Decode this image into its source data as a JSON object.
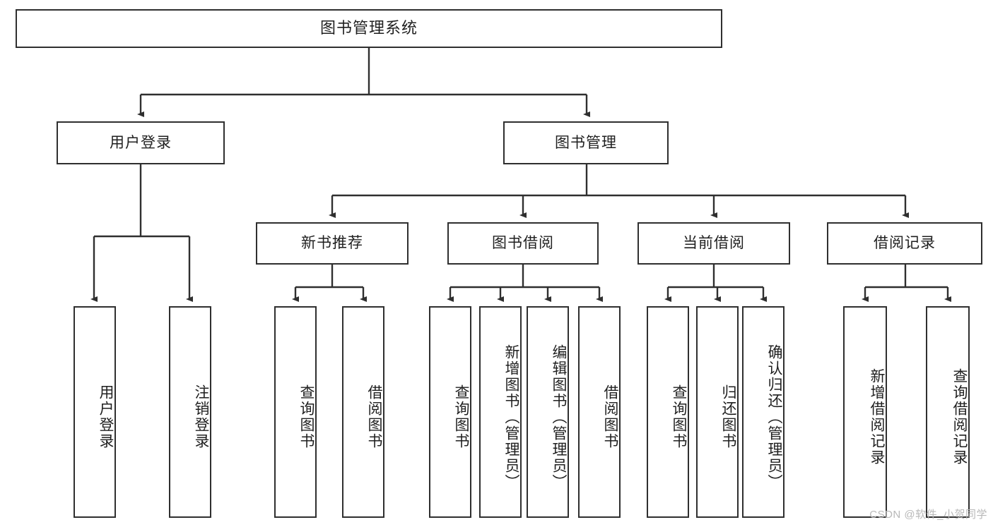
{
  "diagram": {
    "title": "图书管理系统",
    "type": "hierarchy-tree",
    "root": {
      "id": "root",
      "label": "图书管理系统"
    },
    "level2": [
      {
        "id": "user-login",
        "label": "用户登录"
      },
      {
        "id": "book-manage",
        "label": "图书管理"
      }
    ],
    "level3": [
      {
        "id": "new-book-recommend",
        "label": "新书推荐",
        "parent": "book-manage"
      },
      {
        "id": "book-borrow",
        "label": "图书借阅",
        "parent": "book-manage"
      },
      {
        "id": "current-borrow",
        "label": "当前借阅",
        "parent": "book-manage"
      },
      {
        "id": "borrow-record",
        "label": "借阅记录",
        "parent": "book-manage"
      }
    ],
    "leaves": {
      "user_login": [
        {
          "id": "leaf-user-login",
          "label": "用户登录"
        },
        {
          "id": "leaf-user-logout",
          "label": "注销登录"
        }
      ],
      "new_book_recommend": [
        {
          "id": "leaf-query-book-1",
          "label": "查询图书"
        },
        {
          "id": "leaf-borrow-book-1",
          "label": "借阅图书"
        }
      ],
      "book_borrow": [
        {
          "id": "leaf-query-book-2",
          "label": "查询图书"
        },
        {
          "id": "leaf-add-book",
          "label": "新增图书（管理员）"
        },
        {
          "id": "leaf-edit-book",
          "label": "编辑图书（管理员）"
        },
        {
          "id": "leaf-borrow-book-2",
          "label": "借阅图书"
        }
      ],
      "current_borrow": [
        {
          "id": "leaf-query-book-3",
          "label": "查询图书"
        },
        {
          "id": "leaf-return-book",
          "label": "归还图书"
        },
        {
          "id": "leaf-confirm-return",
          "label": "确认归还（管理员）"
        }
      ],
      "borrow_record": [
        {
          "id": "leaf-add-record",
          "label": "新增借阅记录"
        },
        {
          "id": "leaf-query-record",
          "label": "查询借阅记录"
        }
      ]
    }
  },
  "watermark": {
    "text": "CSDN @软件_小贺同学"
  },
  "colors": {
    "border": "#2f2f2f",
    "background": "#ffffff",
    "text": "#1f1f1f",
    "watermark": "#b8b8b8"
  }
}
